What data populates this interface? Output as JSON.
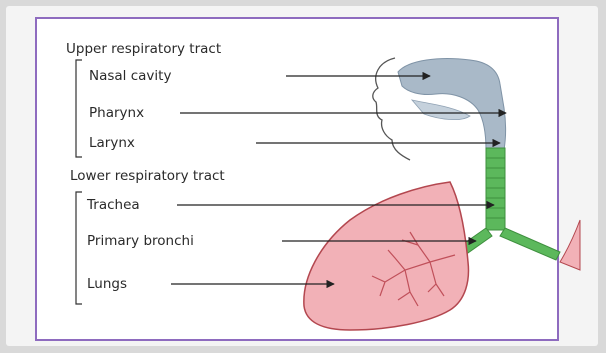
{
  "diagram": {
    "groups": [
      {
        "title": "Upper respiratory tract",
        "items": [
          "Nasal cavity",
          "Pharynx",
          "Larynx"
        ]
      },
      {
        "title": "Lower respiratory tract",
        "items": [
          "Trachea",
          "Primary bronchi",
          "Lungs"
        ]
      }
    ],
    "colors": {
      "frame_border": "#8e6bbf",
      "airway_fill": "#a9b9c8",
      "trachea_fill": "#5cb85c",
      "lung_fill": "#f2b1b7",
      "lung_outline": "#b3474f"
    }
  }
}
